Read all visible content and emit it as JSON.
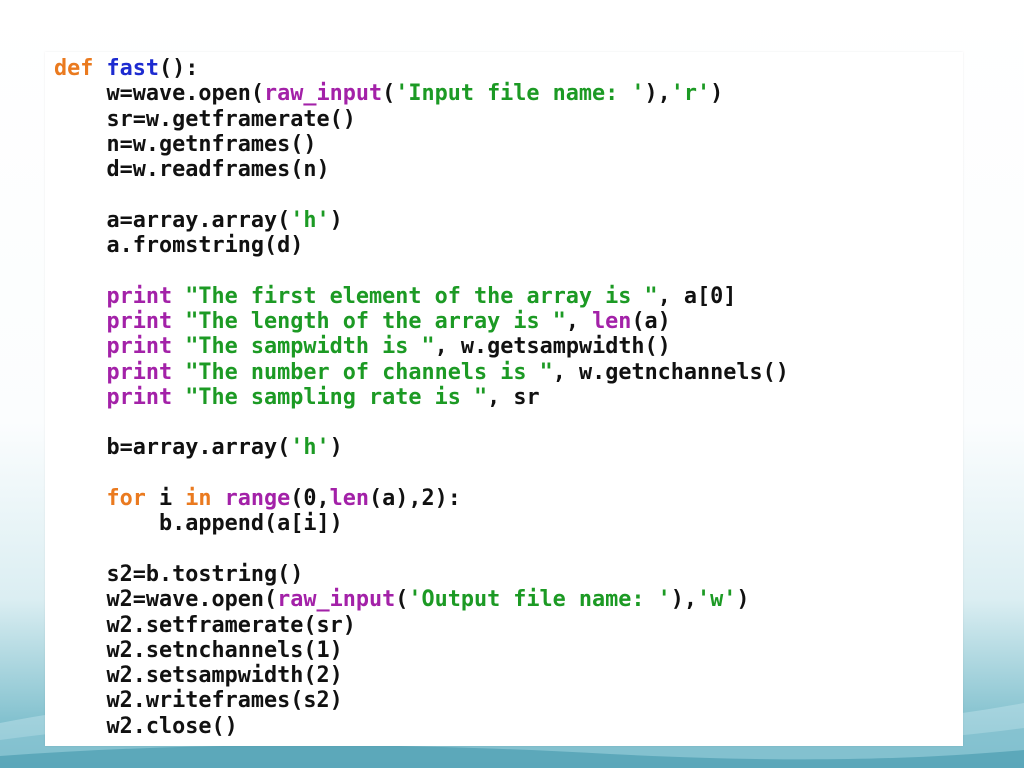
{
  "slide": {
    "background_colors": {
      "top": "#ffffff",
      "bottom_teal": "#5eaec0",
      "panel": "#ffffff"
    }
  },
  "code": {
    "language": "python",
    "token_colors": {
      "keyword": "#ea7a1f",
      "function_name": "#1d2bd0",
      "string": "#1c9a24",
      "builtin": "#a321a8",
      "plain": "#111111"
    },
    "lines": [
      [
        {
          "t": "keyword",
          "v": "def"
        },
        {
          "t": "plain",
          "v": " "
        },
        {
          "t": "func",
          "v": "fast"
        },
        {
          "t": "plain",
          "v": "():"
        }
      ],
      [
        {
          "t": "plain",
          "v": "    w=wave.open("
        },
        {
          "t": "builtin",
          "v": "raw_input"
        },
        {
          "t": "plain",
          "v": "("
        },
        {
          "t": "string",
          "v": "'Input file name: '"
        },
        {
          "t": "plain",
          "v": "),"
        },
        {
          "t": "string",
          "v": "'r'"
        },
        {
          "t": "plain",
          "v": ")"
        }
      ],
      [
        {
          "t": "plain",
          "v": "    sr=w.getframerate()"
        }
      ],
      [
        {
          "t": "plain",
          "v": "    n=w.getnframes()"
        }
      ],
      [
        {
          "t": "plain",
          "v": "    d=w.readframes(n)"
        }
      ],
      [],
      [
        {
          "t": "plain",
          "v": "    a=array.array("
        },
        {
          "t": "string",
          "v": "'h'"
        },
        {
          "t": "plain",
          "v": ")"
        }
      ],
      [
        {
          "t": "plain",
          "v": "    a.fromstring(d)"
        }
      ],
      [],
      [
        {
          "t": "plain",
          "v": "    "
        },
        {
          "t": "builtin",
          "v": "print"
        },
        {
          "t": "plain",
          "v": " "
        },
        {
          "t": "string",
          "v": "\"The first element of the array is \""
        },
        {
          "t": "plain",
          "v": ", a[0]"
        }
      ],
      [
        {
          "t": "plain",
          "v": "    "
        },
        {
          "t": "builtin",
          "v": "print"
        },
        {
          "t": "plain",
          "v": " "
        },
        {
          "t": "string",
          "v": "\"The length of the array is \""
        },
        {
          "t": "plain",
          "v": ", "
        },
        {
          "t": "builtin",
          "v": "len"
        },
        {
          "t": "plain",
          "v": "(a)"
        }
      ],
      [
        {
          "t": "plain",
          "v": "    "
        },
        {
          "t": "builtin",
          "v": "print"
        },
        {
          "t": "plain",
          "v": " "
        },
        {
          "t": "string",
          "v": "\"The sampwidth is \""
        },
        {
          "t": "plain",
          "v": ", w.getsampwidth()"
        }
      ],
      [
        {
          "t": "plain",
          "v": "    "
        },
        {
          "t": "builtin",
          "v": "print"
        },
        {
          "t": "plain",
          "v": " "
        },
        {
          "t": "string",
          "v": "\"The number of channels is \""
        },
        {
          "t": "plain",
          "v": ", w.getnchannels()"
        }
      ],
      [
        {
          "t": "plain",
          "v": "    "
        },
        {
          "t": "builtin",
          "v": "print"
        },
        {
          "t": "plain",
          "v": " "
        },
        {
          "t": "string",
          "v": "\"The sampling rate is \""
        },
        {
          "t": "plain",
          "v": ", sr"
        }
      ],
      [],
      [
        {
          "t": "plain",
          "v": "    b=array.array("
        },
        {
          "t": "string",
          "v": "'h'"
        },
        {
          "t": "plain",
          "v": ")"
        }
      ],
      [],
      [
        {
          "t": "plain",
          "v": "    "
        },
        {
          "t": "keyword",
          "v": "for"
        },
        {
          "t": "plain",
          "v": " i "
        },
        {
          "t": "keyword",
          "v": "in"
        },
        {
          "t": "plain",
          "v": " "
        },
        {
          "t": "builtin",
          "v": "range"
        },
        {
          "t": "plain",
          "v": "(0,"
        },
        {
          "t": "builtin",
          "v": "len"
        },
        {
          "t": "plain",
          "v": "(a),2):"
        }
      ],
      [
        {
          "t": "plain",
          "v": "        b.append(a[i])"
        }
      ],
      [],
      [
        {
          "t": "plain",
          "v": "    s2=b.tostring()"
        }
      ],
      [
        {
          "t": "plain",
          "v": "    w2=wave.open("
        },
        {
          "t": "builtin",
          "v": "raw_input"
        },
        {
          "t": "plain",
          "v": "("
        },
        {
          "t": "string",
          "v": "'Output file name: '"
        },
        {
          "t": "plain",
          "v": "),"
        },
        {
          "t": "string",
          "v": "'w'"
        },
        {
          "t": "plain",
          "v": ")"
        }
      ],
      [
        {
          "t": "plain",
          "v": "    w2.setframerate(sr)"
        }
      ],
      [
        {
          "t": "plain",
          "v": "    w2.setnchannels(1)"
        }
      ],
      [
        {
          "t": "plain",
          "v": "    w2.setsampwidth(2)"
        }
      ],
      [
        {
          "t": "plain",
          "v": "    w2.writeframes(s2)"
        }
      ],
      [
        {
          "t": "plain",
          "v": "    w2.close()"
        }
      ]
    ]
  }
}
